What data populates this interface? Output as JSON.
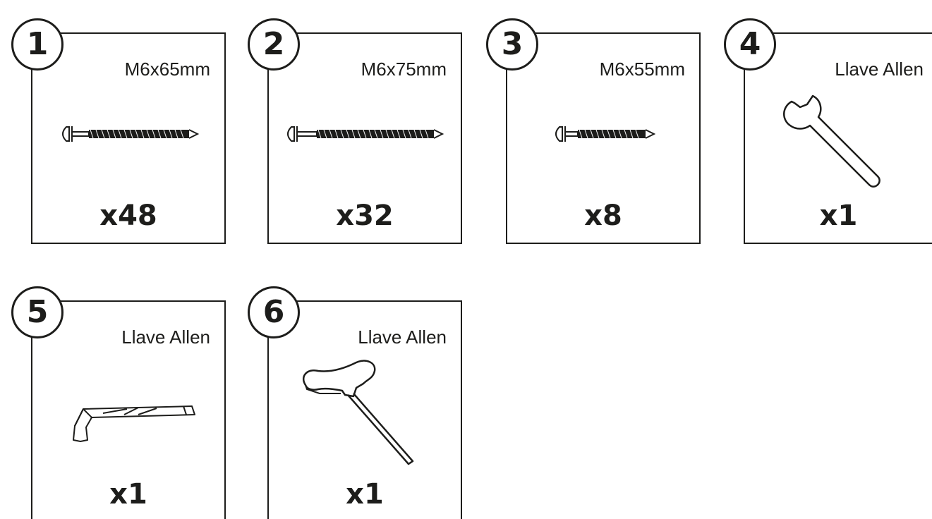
{
  "items": [
    {
      "number": "1",
      "spec": "M6x65mm",
      "quantity": "x48",
      "icon": "bolt-65mm-icon"
    },
    {
      "number": "2",
      "spec": "M6x75mm",
      "quantity": "x32",
      "icon": "bolt-75mm-icon"
    },
    {
      "number": "3",
      "spec": "M6x55mm",
      "quantity": "x8",
      "icon": "bolt-55mm-icon"
    },
    {
      "number": "4",
      "spec": "Llave Allen",
      "quantity": "x1",
      "icon": "open-end-wrench-icon"
    },
    {
      "number": "5",
      "spec": "Llave Allen",
      "quantity": "x1",
      "icon": "allen-key-icon"
    },
    {
      "number": "6",
      "spec": "Llave Allen",
      "quantity": "x1",
      "icon": "t-handle-hex-key-icon"
    }
  ],
  "colors": {
    "ink": "#1d1d1b",
    "background": "#ffffff"
  }
}
